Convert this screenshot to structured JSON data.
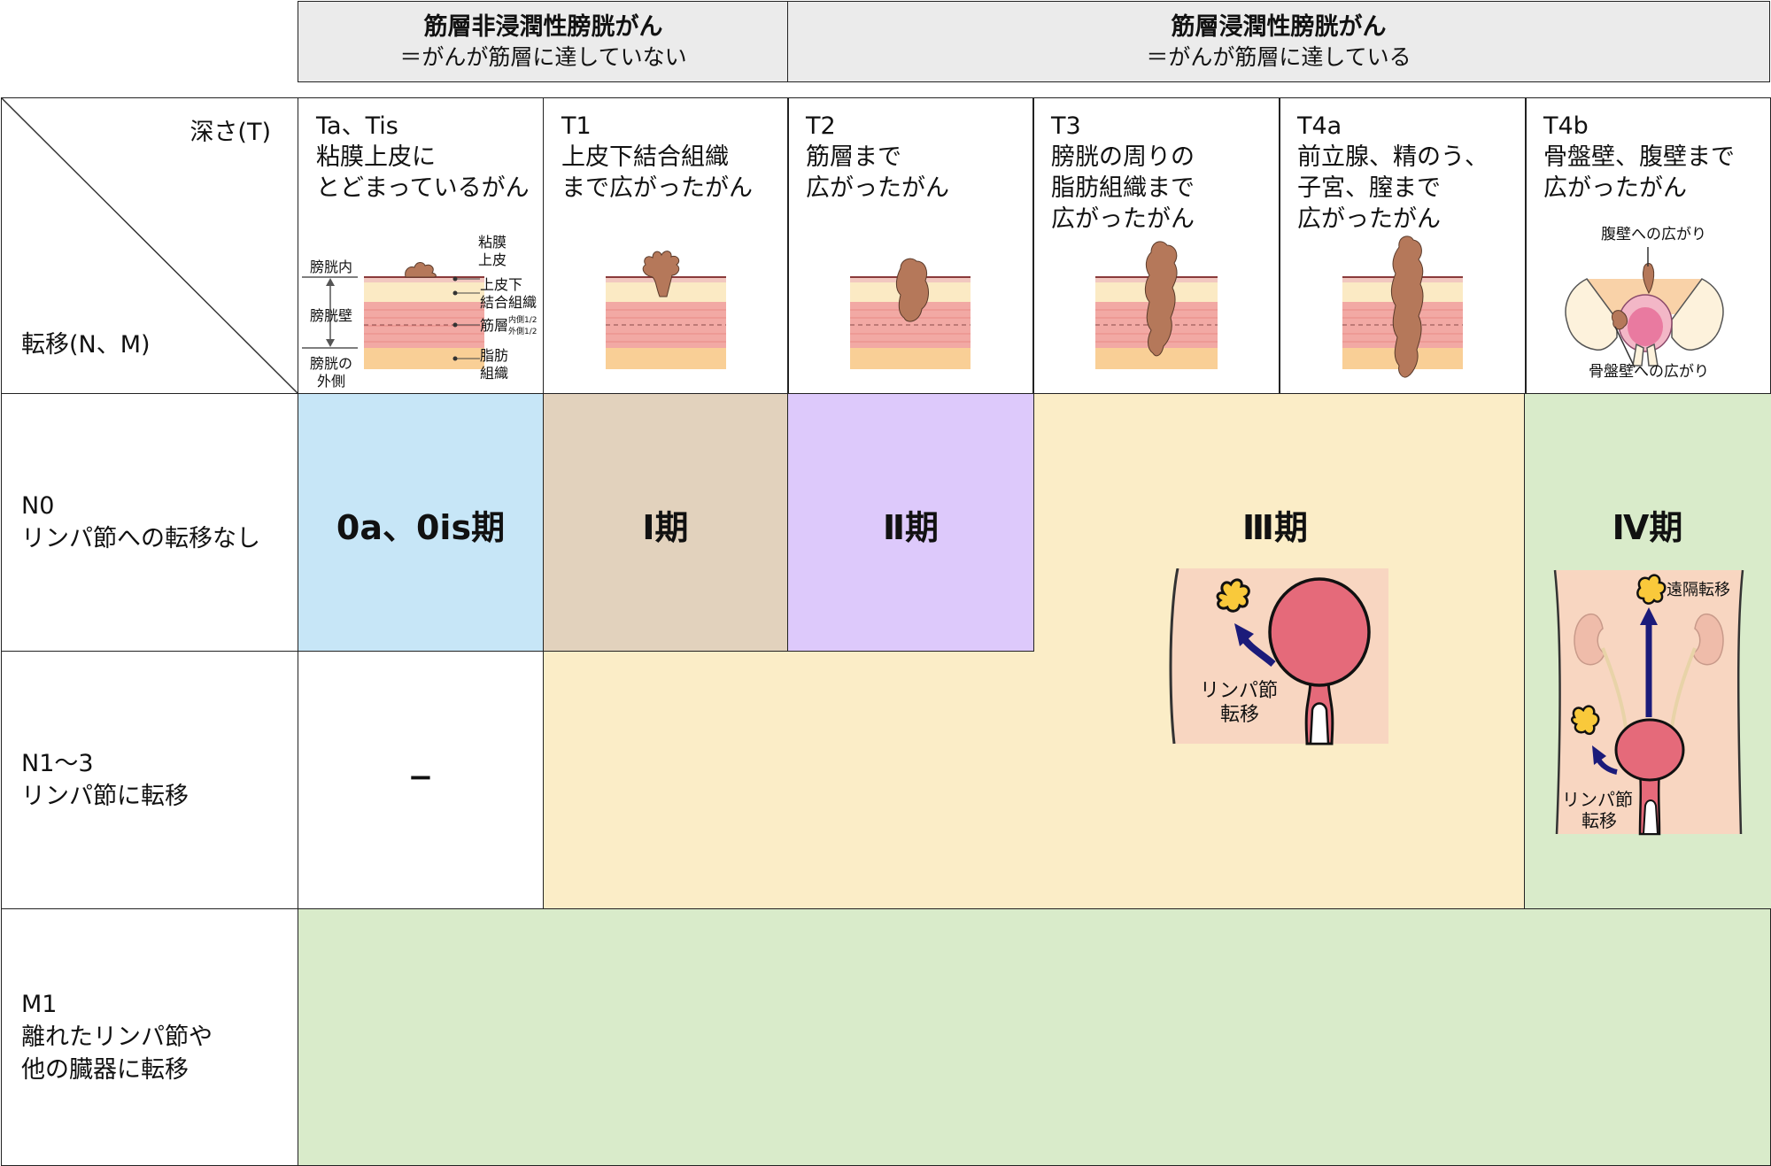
{
  "header": {
    "nmibc_title": "筋層非浸潤性膀胱がん",
    "nmibc_sub": "＝がんが筋層に達していない",
    "mibc_title": "筋層浸潤性膀胱がん",
    "mibc_sub": "＝がんが筋層に達している"
  },
  "axis": {
    "depth_label": "深さ(T)",
    "metastasis_label": "転移(N、M)"
  },
  "t_columns": [
    {
      "code": "Ta、Tis",
      "line1": "粘膜上皮に",
      "line2": "とどまっているがん",
      "line3": ""
    },
    {
      "code": "T1",
      "line1": "上皮下結合組織",
      "line2": "まで広がったがん",
      "line3": ""
    },
    {
      "code": "T2",
      "line1": "筋層まで",
      "line2": "広がったがん",
      "line3": ""
    },
    {
      "code": "T3",
      "line1": "膀胱の周りの",
      "line2": "脂肪組織まで",
      "line3": "広がったがん"
    },
    {
      "code": "T4a",
      "line1": "前立腺、精のう、",
      "line2": "子宮、膣まで",
      "line3": "広がったがん"
    },
    {
      "code": "T4b",
      "line1": "骨盤壁、腹壁まで",
      "line2": "広がったがん",
      "line3": ""
    }
  ],
  "layer_legend": {
    "inside": "膀胱内",
    "wall": "膀胱壁",
    "outside1": "膀胱の",
    "outside2": "外側",
    "mucosa1": "粘膜",
    "mucosa2": "上皮",
    "submucosa1": "上皮下",
    "submucosa2": "結合組織",
    "muscle": "筋層",
    "muscle_inner": "内側1/2",
    "muscle_outer": "外側1/2",
    "fat1": "脂肪",
    "fat2": "組織"
  },
  "t4b_labels": {
    "abdominal": "腹壁への広がり",
    "pelvic": "骨盤壁への広がり"
  },
  "rows": [
    {
      "line1": "N0",
      "line2": "リンパ節への転移なし",
      "line3": ""
    },
    {
      "line1": "N1〜3",
      "line2": "リンパ節に転移",
      "line3": ""
    },
    {
      "line1": "M1",
      "line2": "離れたリンパ節や",
      "line3": "他の臓器に転移"
    }
  ],
  "stages": {
    "stage0": "0a、0is期",
    "stage1": "Ⅰ期",
    "stage2": "Ⅱ期",
    "stage3": "Ⅲ期",
    "stage4": "Ⅳ期",
    "dash": "−"
  },
  "illustrations": {
    "lymph1": "リンパ節",
    "lymph2": "転移",
    "distant": "遠隔転移"
  },
  "colors": {
    "stage0": "#c7e6f7",
    "stage1": "#e2d2bd",
    "stage2": "#ddc9fb",
    "stage3": "#fbedc7",
    "stage4": "#d9ebca",
    "tumor": "#b5785a",
    "bladder": "#e56a7a",
    "body": "#f8d6c1",
    "node": "#f9c93b",
    "arrow": "#1b1b7a"
  }
}
